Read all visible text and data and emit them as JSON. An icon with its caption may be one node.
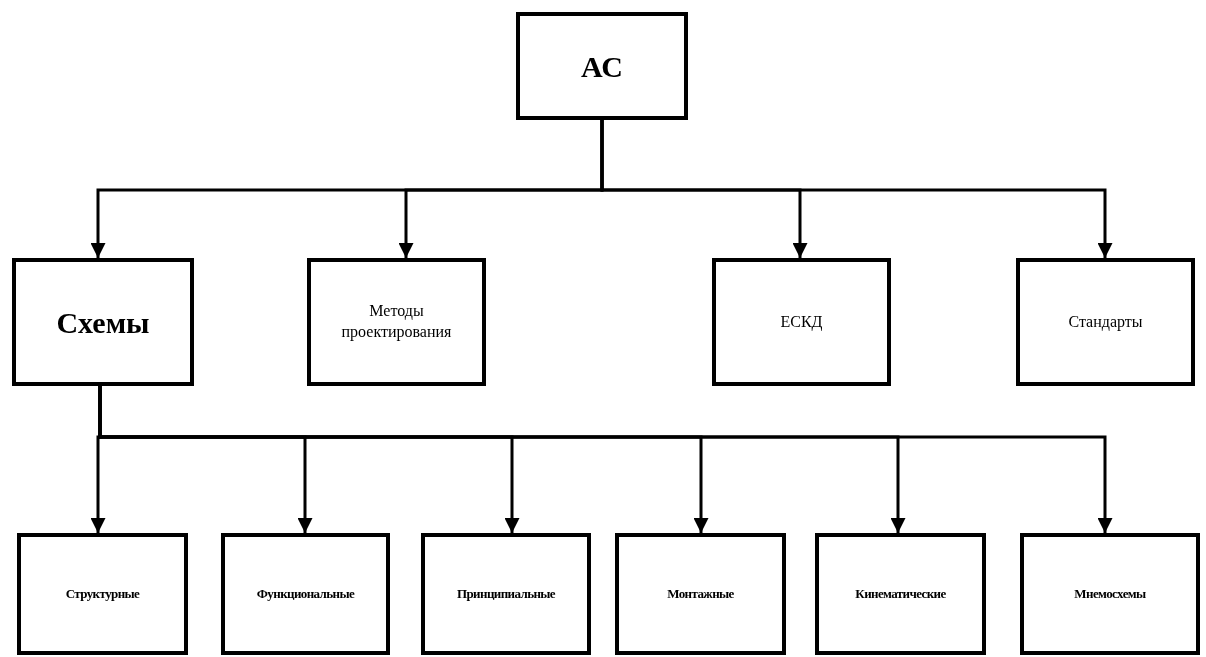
{
  "diagram": {
    "nodes": [
      {
        "text": [
          "АС"
        ]
      },
      {
        "text": [
          "Схемы"
        ]
      },
      {
        "text": [
          "Методы проектирования"
        ]
      },
      {
        "text": [
          "ЕСКД"
        ]
      },
      {
        "text": [
          "Стандарты"
        ]
      },
      {
        "text": [
          "Структурные"
        ]
      },
      {
        "text": [
          "Функциональные"
        ]
      },
      {
        "text": [
          "Принципиальные"
        ]
      },
      {
        "text": [
          "Монтажные"
        ]
      },
      {
        "text": [
          "Кинематические"
        ]
      },
      {
        "text": [
          "Мнемосхемы"
        ]
      }
    ],
    "edges": [
      {
        "from": 0,
        "to": 1,
        "arrow": "to"
      },
      {
        "from": 0,
        "to": 2,
        "arrow": "to"
      },
      {
        "from": 0,
        "to": 3,
        "arrow": "to"
      },
      {
        "from": 0,
        "to": 4,
        "arrow": "to"
      },
      {
        "from": 1,
        "to": 5,
        "arrow": "to"
      },
      {
        "from": 1,
        "to": 6,
        "arrow": "to"
      },
      {
        "from": 1,
        "to": 7,
        "arrow": "to"
      },
      {
        "from": 1,
        "to": 8,
        "arrow": "to"
      },
      {
        "from": 1,
        "to": 9,
        "arrow": "to"
      },
      {
        "from": 1,
        "to": 10,
        "arrow": "to"
      }
    ]
  }
}
